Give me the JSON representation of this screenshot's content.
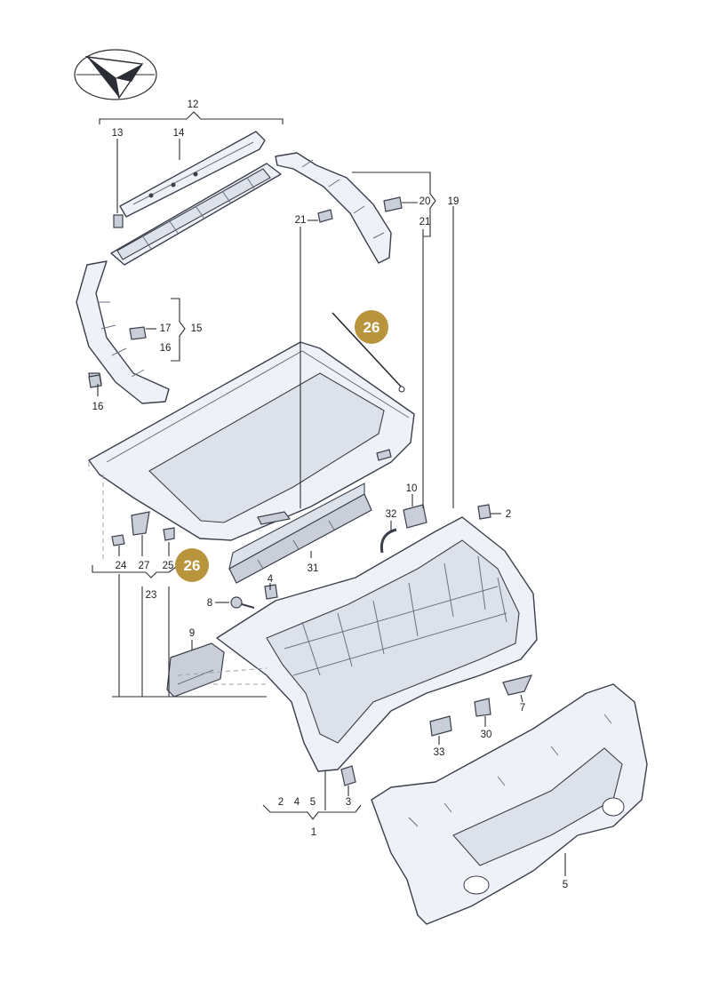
{
  "labels": {
    "l1": "1",
    "l2a": "2",
    "l2b": "2",
    "l3": "3",
    "l4": "4",
    "l5a": "5",
    "l5b": "5",
    "l7": "7",
    "l8": "8",
    "l9": "9",
    "l10": "10",
    "l12": "12",
    "l13": "13",
    "l14": "14",
    "l15": "15",
    "l16a": "16",
    "l16b": "16",
    "l17": "17",
    "l19": "19",
    "l20": "20",
    "l21a": "21",
    "l21b": "21",
    "l23": "23",
    "l24": "24",
    "l25": "25",
    "l27": "27",
    "l30": "30",
    "l31": "31",
    "l32": "32",
    "l33": "33"
  },
  "badges": {
    "b26a": "26",
    "b26b": "26"
  },
  "colors": {
    "badge": "#b8953c",
    "outline": "#3a3f4a",
    "panel_fill": "#eef1f6"
  },
  "icons": {
    "orientation": "direction-arrow-icon"
  }
}
